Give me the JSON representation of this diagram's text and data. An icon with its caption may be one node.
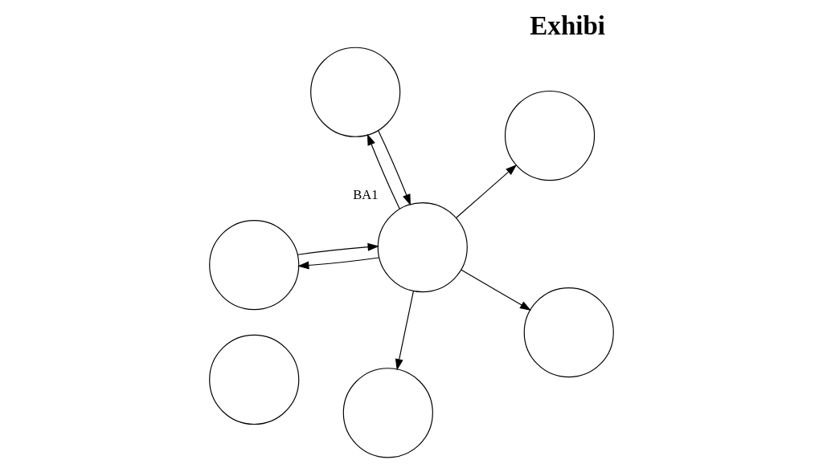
{
  "diagram": {
    "title": "Exhibi",
    "nodes": [
      {
        "text": [],
        "shape": "circle"
      },
      {
        "text": [],
        "shape": "circle"
      },
      {
        "text": [],
        "shape": "circle"
      },
      {
        "text": [],
        "shape": "circle",
        "beside": [
          "BA1"
        ]
      },
      {
        "text": [],
        "shape": "circle"
      },
      {
        "text": [],
        "shape": "circle"
      },
      {
        "text": [],
        "shape": "circle"
      }
    ],
    "edges": [
      {
        "from": 3,
        "to": 2,
        "arrow": "to"
      },
      {
        "from": 3,
        "to": 4,
        "arrow": "to"
      },
      {
        "from": 4,
        "to": 3,
        "arrow": "to"
      },
      {
        "from": 3,
        "to": 1,
        "arrow": "to"
      },
      {
        "from": 0,
        "to": 3,
        "arrow": "to"
      },
      {
        "from": 3,
        "to": 0,
        "arrow": "to"
      },
      {
        "from": 3,
        "to": 6,
        "arrow": "to"
      }
    ]
  }
}
